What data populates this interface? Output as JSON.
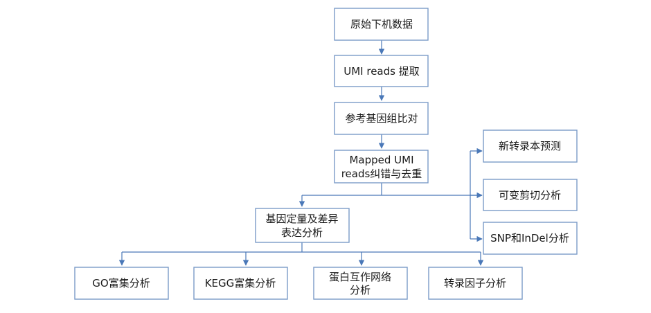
{
  "nodes": {
    "raw_data": "原始下机数据",
    "umi_extract": "UMI reads 提取",
    "ref_align": "参考基因组比对",
    "dedup_line1": "Mapped UMI",
    "dedup_line2": "reads纠错与去重",
    "novel_tx": "新转录本预测",
    "alt_splice": "可变剪切分析",
    "snp_indel": "SNP和InDel分析",
    "expr_line1": "基因定量及差异",
    "expr_line2": "表达分析",
    "go": "GO富集分析",
    "kegg": "KEGG富集分析",
    "ppi_line1": "蛋白互作网络",
    "ppi_line2": "分析",
    "tf": "转录因子分析"
  },
  "colors": {
    "box_border": "#7b9bc8",
    "connector": "#4a78b8",
    "text": "#1a1a1a"
  }
}
